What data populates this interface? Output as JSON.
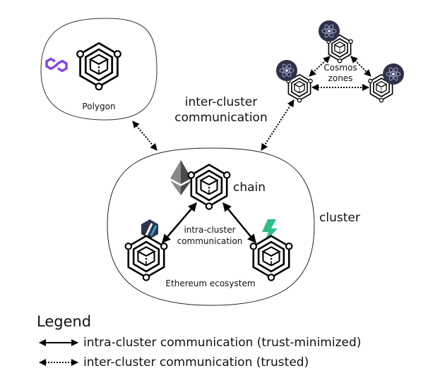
{
  "clusters": {
    "polygon": {
      "label": "Polygon",
      "logo": "polygon-logo-icon",
      "logo_color": "#8247E5"
    },
    "cosmos": {
      "label_line1": "Cosmos",
      "label_line2": "zones",
      "logo": "cosmos-atom-icon",
      "logo_color": "#2E3148"
    },
    "ethereum": {
      "label": "Ethereum ecosystem",
      "chain_label": "chain",
      "logo": "ethereum-logo-icon",
      "sub_logos": [
        "arbitrum-logo-icon",
        "zksync-bolt-icon"
      ],
      "arbitrum_color": "#2D9CDB",
      "bolt_color": "#2EBD85"
    }
  },
  "annotations": {
    "inter_line1": "inter-cluster",
    "inter_line2": "communication",
    "intra_line1": "intra-cluster",
    "intra_line2": "communication",
    "cluster": "cluster"
  },
  "legend": {
    "title": "Legend",
    "items": [
      {
        "style": "solid",
        "label": "intra-cluster communication (trust-minimized)"
      },
      {
        "style": "dotted",
        "label": "inter-cluster communication (trusted)"
      }
    ]
  }
}
